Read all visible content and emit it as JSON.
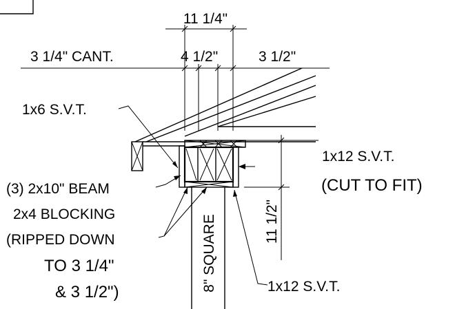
{
  "dimensions": {
    "overall": "11 1/4\"",
    "cantilever": "3 1/4\" CANT.",
    "middle": "4 1/2\"",
    "right": "3 1/2\"",
    "beam_depth": "11 1/2\""
  },
  "labels": {
    "svt_1x6": "1x6 S.V.T.",
    "beam": "(3) 2x10\" BEAM",
    "blocking_1": "2x4 BLOCKING",
    "blocking_2": "(RIPPED DOWN",
    "blocking_3": "TO 3 1/4\"",
    "blocking_4": "& 3 1/2\")",
    "svt_1x12_top_1": "1x12 S.V.T.",
    "svt_1x12_top_2": "(CUT TO FIT)",
    "svt_1x12_bottom": "1x12 S.V.T.",
    "post": "8\" SQUARE"
  }
}
